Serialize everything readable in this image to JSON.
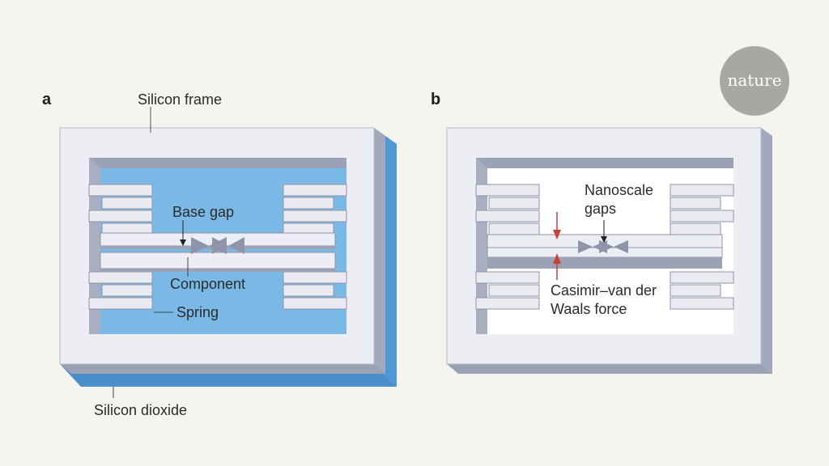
{
  "panels": {
    "a": {
      "letter": "a",
      "labels": {
        "silicon_frame": "Silicon frame",
        "base_gap": "Base gap",
        "component": "Component",
        "spring": "Spring",
        "silicon_dioxide": "Silicon dioxide"
      }
    },
    "b": {
      "letter": "b",
      "labels": {
        "nanoscale_line1": "Nanoscale",
        "nanoscale_line2": "gaps",
        "force_line1": "Casimir–van der",
        "force_line2": "Waals force"
      }
    }
  },
  "logo": {
    "text": "nature"
  },
  "colors": {
    "background": "#f5f4ee",
    "frame_top": "#eceef3",
    "frame_side": "#a3a9bc",
    "frame_bottom": "#9aa1b5",
    "oxide_blue": "#5aa6de",
    "cavity_blue": "#8fc6ec",
    "force_arrow": "#c9403c",
    "logo_circle": "#a8a7a2"
  }
}
